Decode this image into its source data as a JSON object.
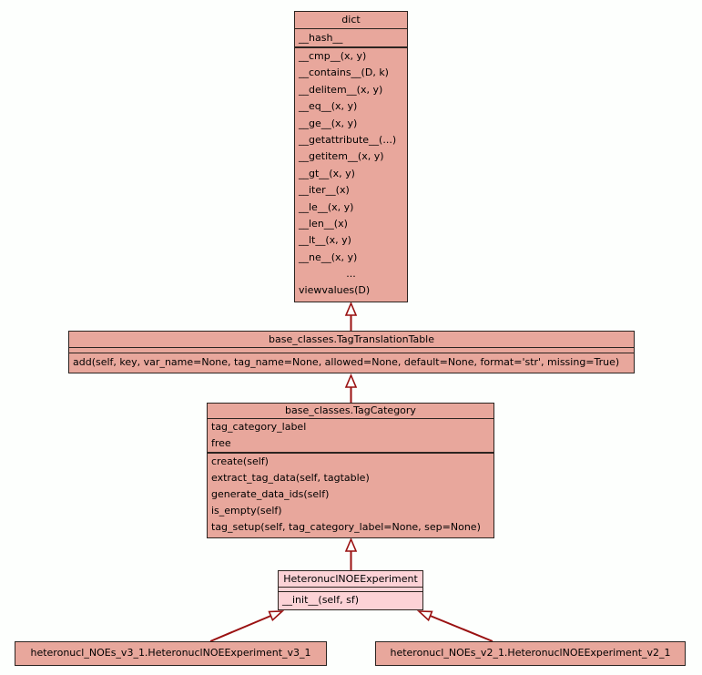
{
  "colors": {
    "background": "#fdfffd",
    "node_fill": "#e8a79c",
    "highlight_fill": "#fcd2d6",
    "node_border": "#2b2420",
    "arrow": "#9a1111",
    "text": "#000000"
  },
  "classes": {
    "dict": {
      "title": "dict",
      "attributes": [
        "__hash__"
      ],
      "methods": [
        "__cmp__(x, y)",
        "__contains__(D, k)",
        "__delitem__(x, y)",
        "__eq__(x, y)",
        "__ge__(x, y)",
        "__getattribute__(...)",
        "__getitem__(x, y)",
        "__gt__(x, y)",
        "__iter__(x)",
        "__le__(x, y)",
        "__len__(x)",
        "__lt__(x, y)",
        "__ne__(x, y)",
        "...",
        "viewvalues(D)"
      ]
    },
    "tag_translation_table": {
      "title": "base_classes.TagTranslationTable",
      "attributes": [],
      "methods": [
        "add(self, key, var_name=None, tag_name=None, allowed=None, default=None, format='str', missing=True)"
      ]
    },
    "tag_category": {
      "title": "base_classes.TagCategory",
      "attributes": [
        "tag_category_label",
        "free"
      ],
      "methods": [
        "create(self)",
        "extract_tag_data(self, tagtable)",
        "generate_data_ids(self)",
        "is_empty(self)",
        "tag_setup(self, tag_category_label=None, sep=None)"
      ]
    },
    "heteronucl_noe_experiment": {
      "title": "HeteronuclNOEExperiment",
      "attributes": [],
      "methods": [
        "__init__(self, sf)"
      ]
    },
    "noe_v3_1": {
      "title": "heteronucl_NOEs_v3_1.HeteronuclNOEExperiment_v3_1"
    },
    "noe_v2_1": {
      "title": "heteronucl_NOEs_v2_1.HeteronuclNOEExperiment_v2_1"
    }
  },
  "relations": [
    {
      "from": "base_classes.TagTranslationTable",
      "to": "dict",
      "type": "inheritance"
    },
    {
      "from": "base_classes.TagCategory",
      "to": "base_classes.TagTranslationTable",
      "type": "inheritance"
    },
    {
      "from": "HeteronuclNOEExperiment",
      "to": "base_classes.TagCategory",
      "type": "inheritance"
    },
    {
      "from": "heteronucl_NOEs_v3_1.HeteronuclNOEExperiment_v3_1",
      "to": "HeteronuclNOEExperiment",
      "type": "inheritance"
    },
    {
      "from": "heteronucl_NOEs_v2_1.HeteronuclNOEExperiment_v2_1",
      "to": "HeteronuclNOEExperiment",
      "type": "inheritance"
    }
  ]
}
